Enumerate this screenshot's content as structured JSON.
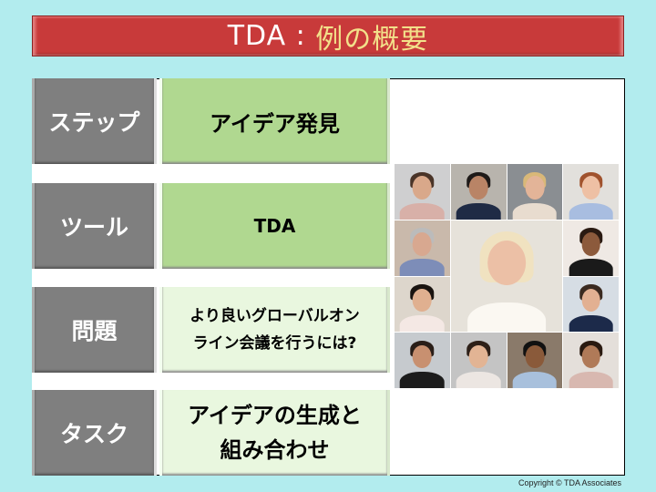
{
  "title": {
    "prefix": "TDA",
    "separator": " : ",
    "main": "例の概要"
  },
  "rows": [
    {
      "label": "ステップ",
      "value": "アイデア発見",
      "style": "green"
    },
    {
      "label": "ツール",
      "value": "TDA",
      "style": "green"
    },
    {
      "label": "問題",
      "value_line1": "より良いグローバルオン",
      "value_line2": "ライン会議を行うには?",
      "style": "light"
    },
    {
      "label": "タスク",
      "value_line1": "アイデアの生成と",
      "value_line2": "組み合わせ",
      "style": "light"
    }
  ],
  "image": {
    "alt": "video-conference-grid-of-participants",
    "tiles": 13
  },
  "footer": {
    "copyright": "Copyright © TDA Associates"
  },
  "colors": {
    "background": "#b2ecee",
    "title_bar": "#c83a3a",
    "title_accent": "#f2e08a",
    "label_gray": "#7f7f7f",
    "value_green": "#b0d890",
    "value_light": "#e9f7df"
  }
}
